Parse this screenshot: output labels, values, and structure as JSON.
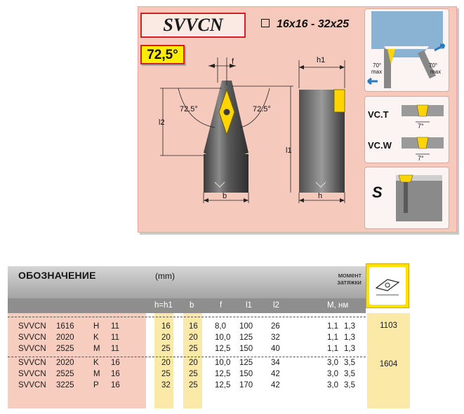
{
  "drawing": {
    "code": "SVVCN",
    "size_range": "16x16 - 32x25",
    "approach_angle": "72,5°",
    "dims": {
      "f": "f",
      "h1": "h1",
      "l2": "l2",
      "l1": "l1",
      "b": "b",
      "h": "h"
    },
    "angle_left": "72.5°",
    "angle_right": "72.5°",
    "profile_angle_1": "70°",
    "profile_angle_1_sub": "max",
    "profile_angle_2": "70°",
    "profile_angle_2_sub": "max",
    "insert_types": [
      {
        "label": "VC.T",
        "angle": "7°"
      },
      {
        "label": "VC.W",
        "angle": "7°"
      }
    ],
    "clamp_label": "S"
  },
  "table": {
    "title": "ОБОЗНАЧЕНИЕ",
    "unit": "(mm)",
    "torque_label_1": "момент",
    "torque_label_2": "затяжки",
    "columns": [
      "h=h1",
      "b",
      "f",
      "l1",
      "l2",
      "M, нм"
    ],
    "rows": [
      {
        "code": "SVVCN",
        "size": "1616",
        "h_code": "H",
        "len": "11",
        "h": "16",
        "b": "16",
        "f": "8,0",
        "l1": "100",
        "l2": "26",
        "m1": "1,1",
        "m2": "1,3"
      },
      {
        "code": "SVVCN",
        "size": "2020",
        "h_code": "K",
        "len": "11",
        "h": "20",
        "b": "20",
        "f": "10,0",
        "l1": "125",
        "l2": "32",
        "m1": "1,1",
        "m2": "1,3"
      },
      {
        "code": "SVVCN",
        "size": "2525",
        "h_code": "M",
        "len": "11",
        "h": "25",
        "b": "25",
        "f": "12,5",
        "l1": "150",
        "l2": "40",
        "m1": "1,1",
        "m2": "1,3"
      },
      {
        "code": "SVVCN",
        "size": "2020",
        "h_code": "K",
        "len": "16",
        "h": "20",
        "b": "20",
        "f": "10,0",
        "l1": "125",
        "l2": "34",
        "m1": "3,0",
        "m2": "3,5"
      },
      {
        "code": "SVVCN",
        "size": "2525",
        "h_code": "M",
        "len": "16",
        "h": "25",
        "b": "25",
        "f": "12,5",
        "l1": "150",
        "l2": "42",
        "m1": "3,0",
        "m2": "3,5"
      },
      {
        "code": "SVVCN",
        "size": "3225",
        "h_code": "P",
        "len": "16",
        "h": "32",
        "b": "25",
        "f": "12,5",
        "l1": "170",
        "l2": "42",
        "m1": "3,0",
        "m2": "3,5"
      }
    ],
    "insert_refs": [
      "1103",
      "1604"
    ]
  },
  "colors": {
    "card_bg": "#f6c9bd",
    "accent_red": "#d42024",
    "highlight_yellow": "#ffec00",
    "column_yellow": "#fbe9a8",
    "designation_pink": "#f7cdbf"
  }
}
